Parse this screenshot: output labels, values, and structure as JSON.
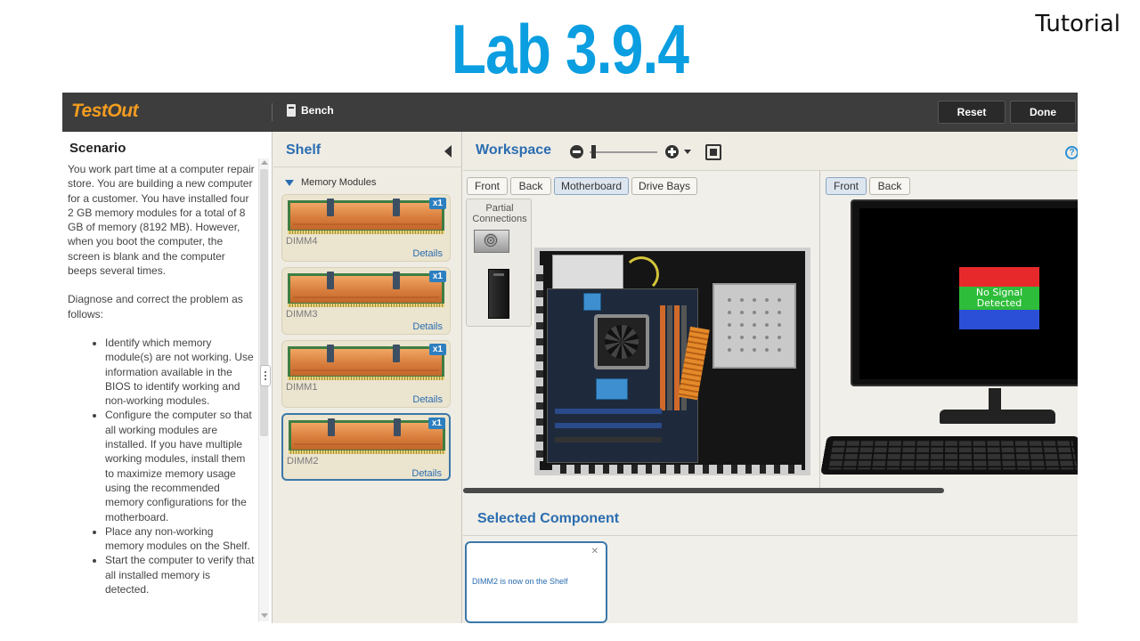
{
  "header": {
    "title": "Lab 3.9.4",
    "tutorial_label": "Tutorial"
  },
  "topbar": {
    "logo": "TestOut",
    "bench_label": "Bench",
    "reset_label": "Reset",
    "done_label": "Done"
  },
  "scenario": {
    "heading": "Scenario",
    "paragraph1": "You work part time at a computer repair store. You are building a new computer for a customer. You have installed four 2 GB memory modules for a total of 8 GB of memory (8192 MB). However, when you boot the computer, the screen is blank and the computer beeps several times.",
    "paragraph2": "Diagnose and correct the problem as follows:",
    "bullets": [
      "Identify which memory module(s) are not working. Use information available in the BIOS to identify working and non-working modules.",
      "Configure the computer so that all working modules are installed. If you have multiple working modules, install them to maximize memory usage using the recommended memory configurations for the motherboard.",
      "Place any non-working memory modules on the Shelf.",
      "Start the computer to verify that all installed memory is detected."
    ]
  },
  "shelf": {
    "title": "Shelf",
    "group_label": "Memory Modules",
    "modules": [
      {
        "name": "DIMM4",
        "qty": "x1",
        "details": "Details"
      },
      {
        "name": "DIMM3",
        "qty": "x1",
        "details": "Details"
      },
      {
        "name": "DIMM1",
        "qty": "x1",
        "details": "Details"
      },
      {
        "name": "DIMM2",
        "qty": "x1",
        "details": "Details"
      }
    ]
  },
  "workspace": {
    "title": "Workspace",
    "left_view_buttons": [
      "Front",
      "Back",
      "Motherboard",
      "Drive Bays"
    ],
    "right_view_buttons": [
      "Front",
      "Back"
    ],
    "partial_connections": "Partial Connections",
    "monitor_message": "No Signal Detected"
  },
  "selected_component": {
    "title": "Selected Component",
    "message": "DIMM2 is now on the Shelf"
  },
  "colors": {
    "title_blue": "#0b9ee0",
    "logo_orange": "#f39c1f",
    "panel_blue": "#2a6db0"
  }
}
